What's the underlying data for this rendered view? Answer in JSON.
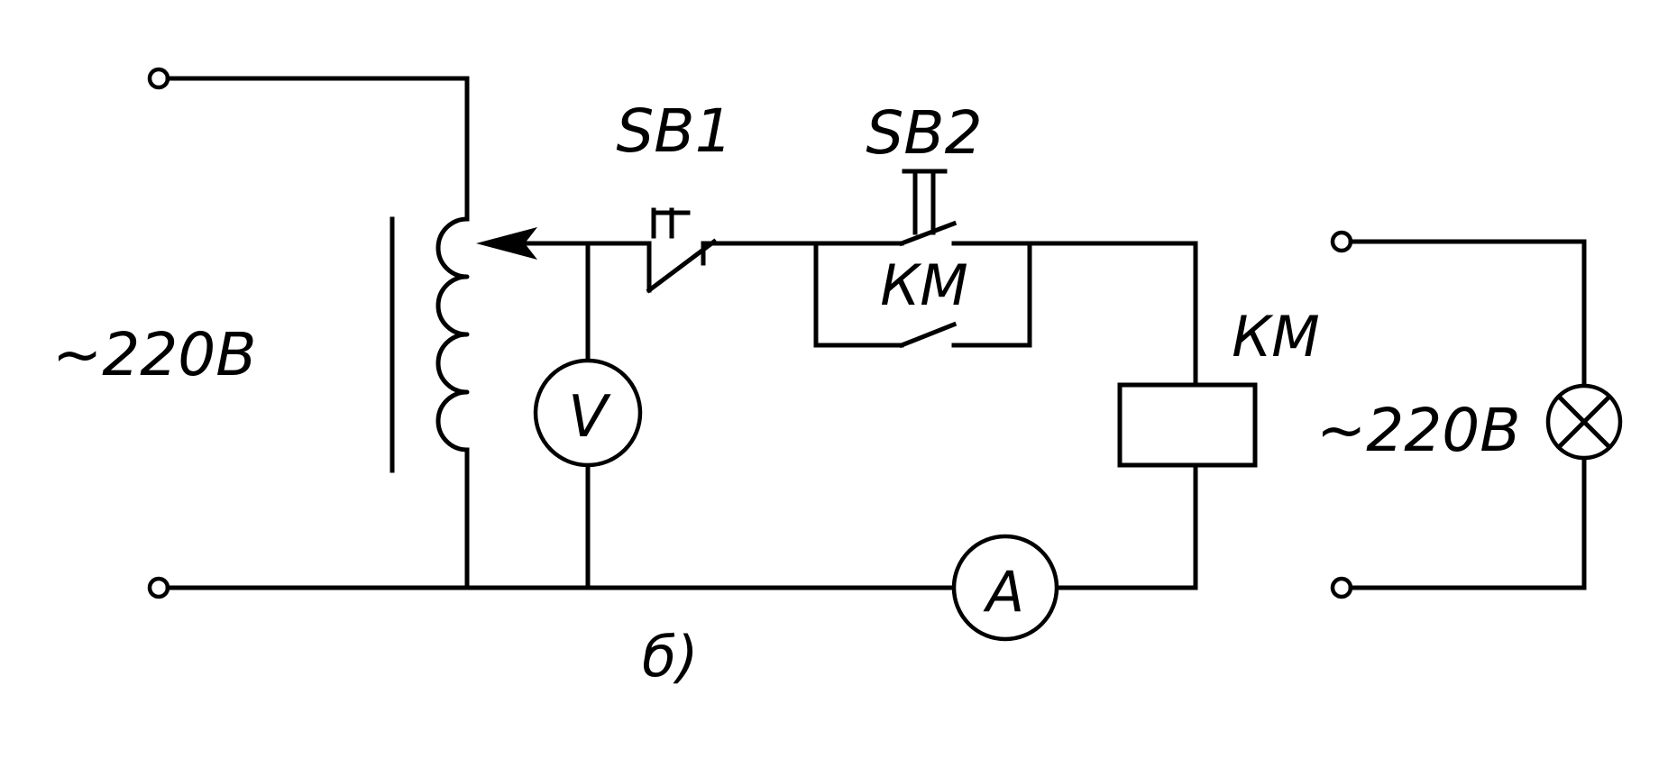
{
  "labels": {
    "source_left": "~220В",
    "source_right": "~220В",
    "button_stop": "SB1",
    "button_start": "SB2",
    "contact_km": "КМ",
    "coil_km": "КМ",
    "voltmeter": "V",
    "ammeter": "А",
    "figure": "б)"
  },
  "colors": {
    "ink": "#000000",
    "paper": "#ffffff"
  }
}
